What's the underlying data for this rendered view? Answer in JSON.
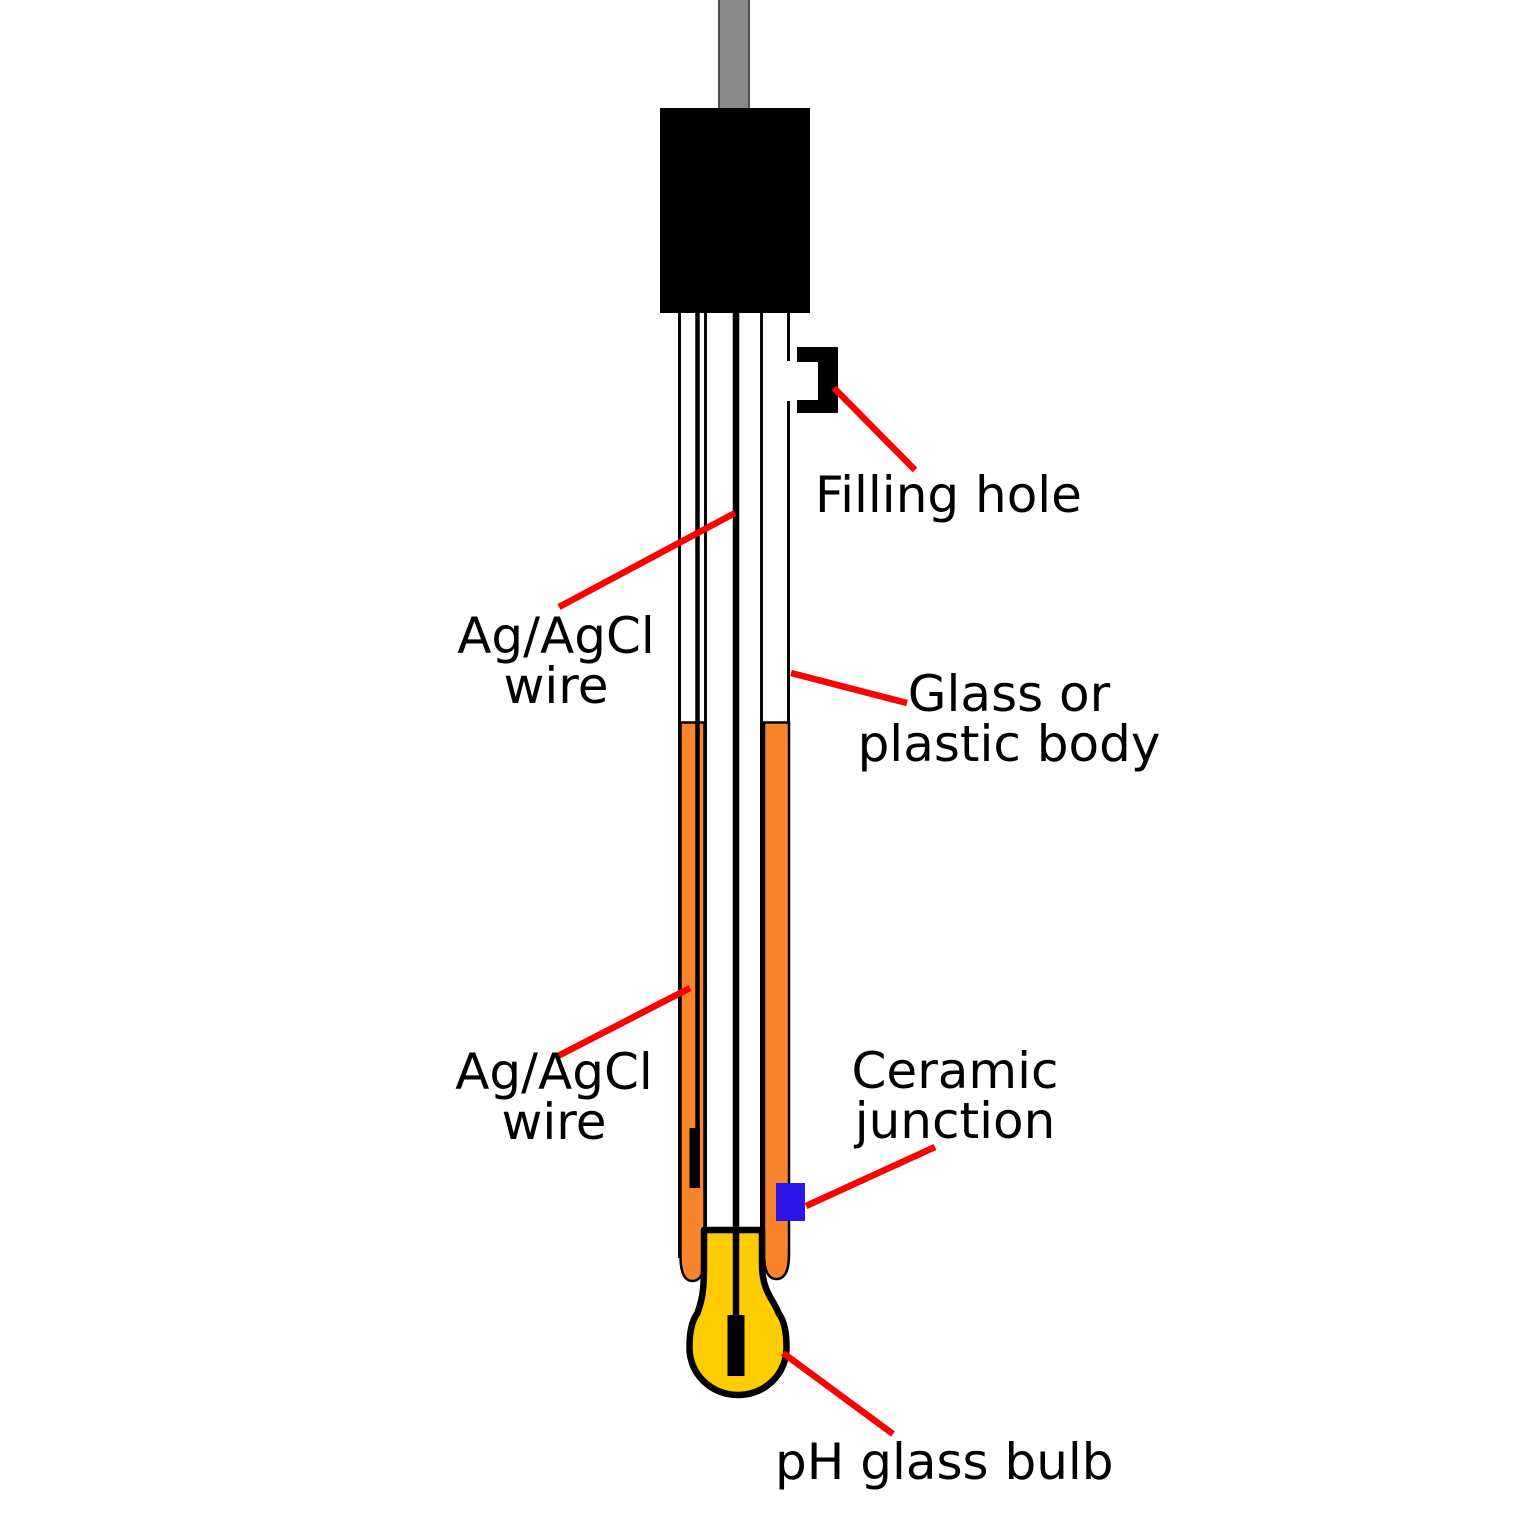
{
  "labels": {
    "filling_hole": "Filling hole",
    "agcl_wire_top": [
      "Ag/AgCl",
      "wire"
    ],
    "glass_body": [
      "Glass or",
      "plastic body"
    ],
    "agcl_wire_bottom": [
      "Ag/AgCl",
      "wire"
    ],
    "ceramic_junction": [
      "Ceramic",
      "junction"
    ],
    "ph_glass_bulb": "pH glass bulb"
  },
  "colors": {
    "outline_black": "#000000",
    "cable_gray": "#8A8A8A",
    "electrolyte_orange": "#F8842C",
    "bulb_yellow": "#FFCC00",
    "ceramic_blue": "#2B16E8",
    "leader_red": "#FF0000",
    "background_white": "#FFFFFF"
  }
}
